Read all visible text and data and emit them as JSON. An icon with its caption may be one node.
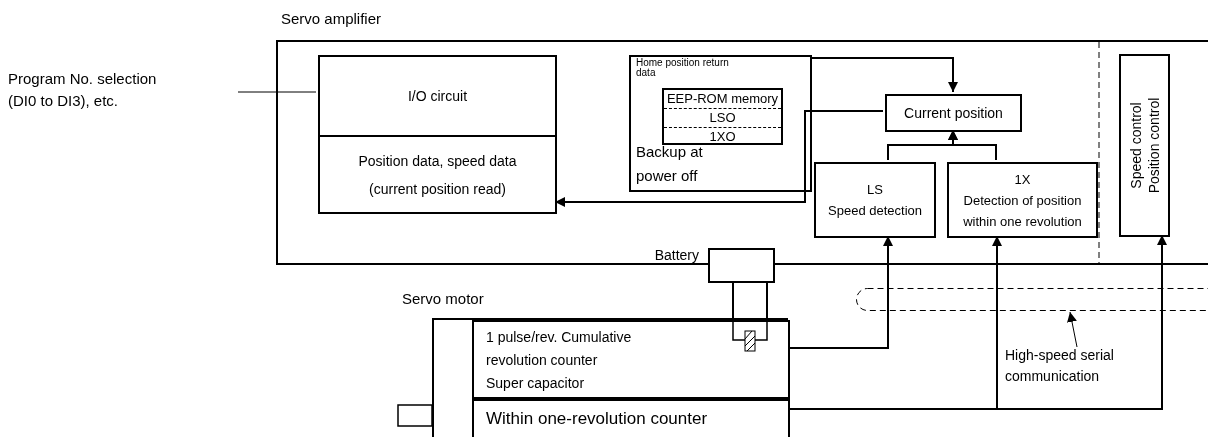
{
  "diagram": {
    "nodes": [
      {
        "text": [
          "Servo amplifier"
        ]
      },
      {
        "text": [
          "I/O circuit",
          "Position data, speed data (current position read)"
        ],
        "in": 0
      },
      {
        "text": [
          "Home position return data",
          "Backup at power off"
        ],
        "in": 0
      },
      {
        "text": [
          "EEP-ROM memory",
          "LSO",
          "1XO"
        ],
        "in": 2
      },
      {
        "text": [
          "Current position"
        ],
        "in": 0
      },
      {
        "text": [
          "LS",
          "Speed detection"
        ],
        "in": 0
      },
      {
        "text": [
          "1X",
          "Detection of position within one revolution"
        ],
        "in": 0
      },
      {
        "text": [
          "Speed control",
          "Position control"
        ],
        "in": 0
      },
      {
        "text": [],
        "shape": "box",
        "beside": [
          "Battery"
        ]
      },
      {
        "text": [
          "Servo motor"
        ]
      },
      {
        "text": [
          "1 pulse/rev. Cumulative revolution counter",
          "Super capacitor"
        ],
        "in": 9
      },
      {
        "text": [
          "Within one-revolution counter"
        ],
        "in": 9
      },
      {
        "text": [
          "Program No. selection (DI0 to DI3), etc."
        ]
      },
      {
        "text": [
          "High-speed serial communication"
        ]
      }
    ],
    "edges": [
      {
        "from": 12,
        "to": 1,
        "arrow": "none"
      },
      {
        "from": 2,
        "to": 4,
        "arrow": "to"
      },
      {
        "from": 4,
        "to": 1,
        "arrow": "to"
      },
      {
        "from": 5,
        "to": 4,
        "arrow": "to"
      },
      {
        "from": 6,
        "to": 4,
        "arrow": "to"
      },
      {
        "from": 10,
        "to": 5,
        "arrow": "to"
      },
      {
        "from": 11,
        "to": 6,
        "arrow": "to"
      },
      {
        "from": 11,
        "to": 7,
        "arrow": "to"
      },
      {
        "from": 8,
        "to": 10,
        "arrow": "none"
      },
      {
        "from": 13,
        "to": null,
        "arrow": "to"
      }
    ]
  }
}
